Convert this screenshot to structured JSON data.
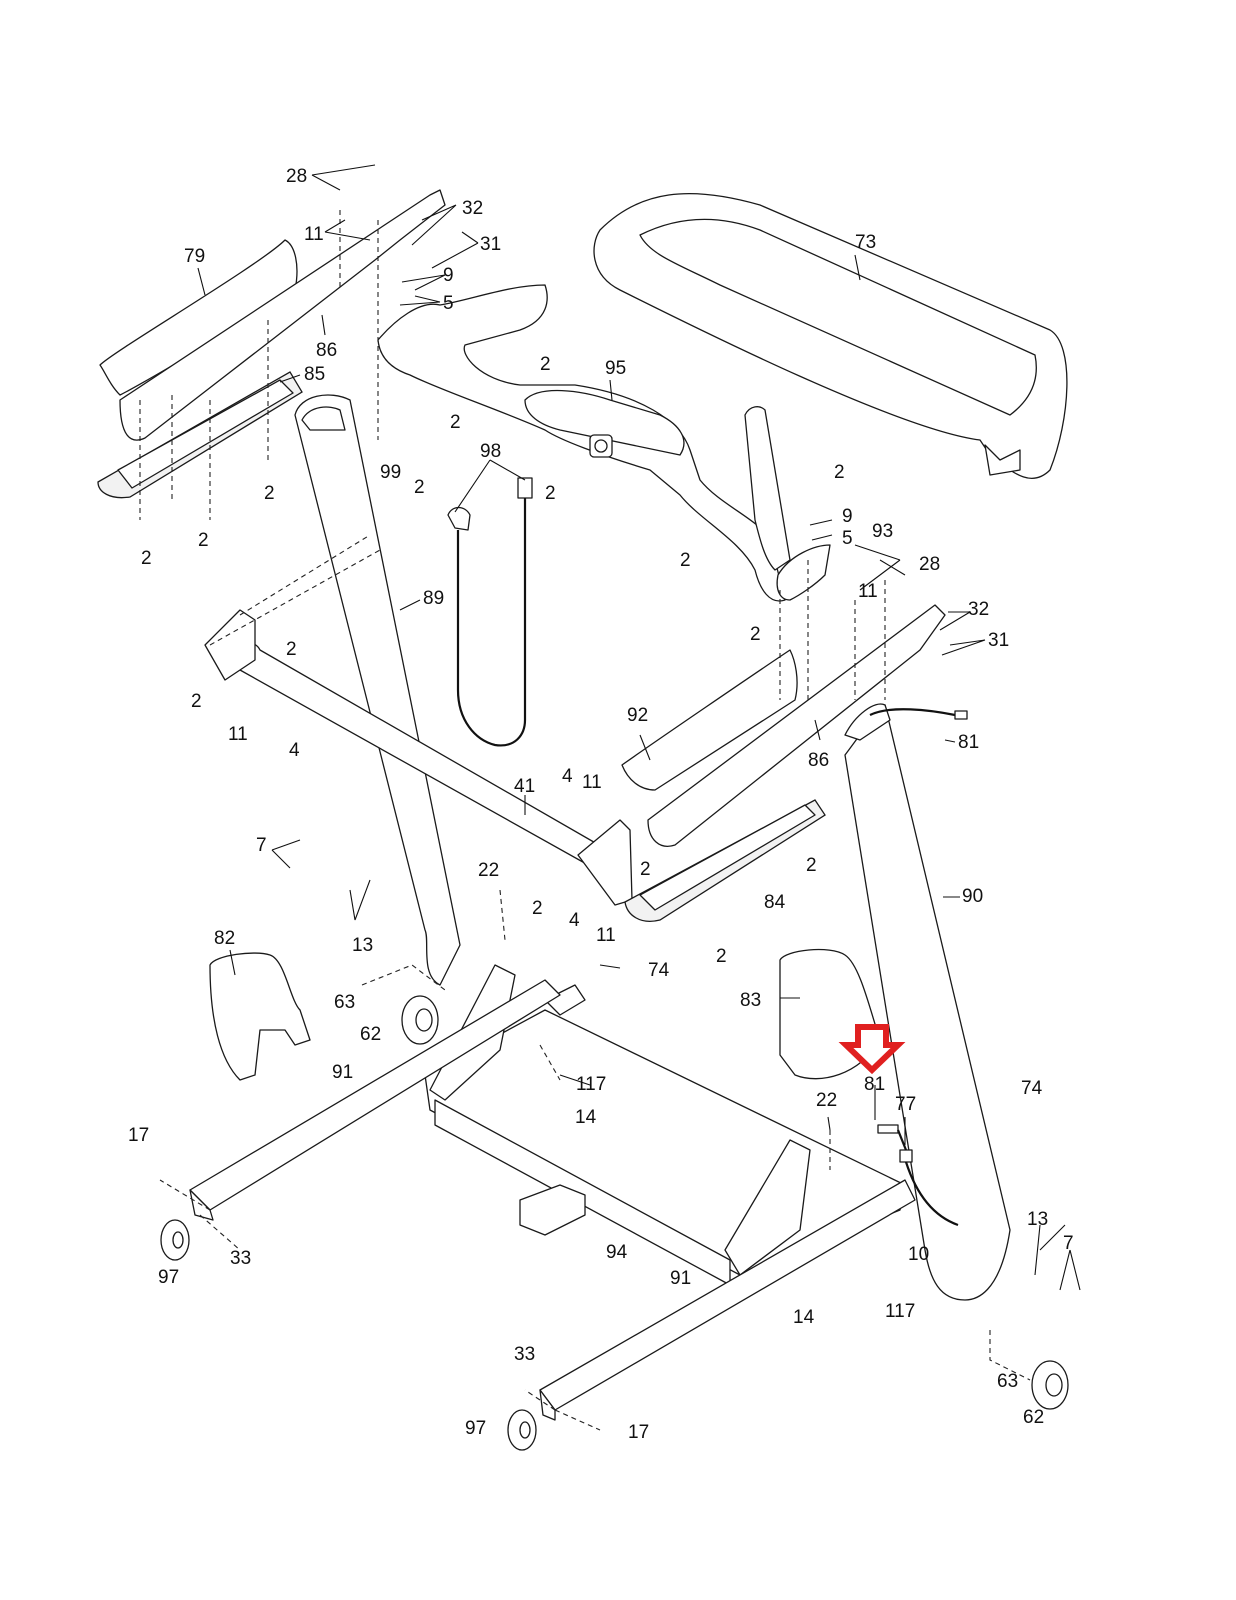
{
  "diagram": {
    "type": "exploded-parts-view",
    "subject": "Treadmill upright / base frame assembly",
    "highlight": {
      "part": "81",
      "indicator": "red-down-arrow",
      "color": "#e02020"
    },
    "callouts": [
      {
        "id": "c28a",
        "text": "28"
      },
      {
        "id": "c11a",
        "text": "11"
      },
      {
        "id": "c32a",
        "text": "32"
      },
      {
        "id": "c31a",
        "text": "31"
      },
      {
        "id": "c79",
        "text": "79"
      },
      {
        "id": "c9a",
        "text": "9"
      },
      {
        "id": "c5a",
        "text": "5"
      },
      {
        "id": "c86a",
        "text": "86"
      },
      {
        "id": "c85",
        "text": "85"
      },
      {
        "id": "c73",
        "text": "73"
      },
      {
        "id": "c95",
        "text": "95"
      },
      {
        "id": "c2a",
        "text": "2"
      },
      {
        "id": "c2b",
        "text": "2"
      },
      {
        "id": "c99",
        "text": "99"
      },
      {
        "id": "c2c",
        "text": "2"
      },
      {
        "id": "c98",
        "text": "98"
      },
      {
        "id": "c2d",
        "text": "2"
      },
      {
        "id": "c2e",
        "text": "2"
      },
      {
        "id": "c2f",
        "text": "2"
      },
      {
        "id": "c2g",
        "text": "2"
      },
      {
        "id": "c2h",
        "text": "2"
      },
      {
        "id": "c9b",
        "text": "9"
      },
      {
        "id": "c5b",
        "text": "5"
      },
      {
        "id": "c93",
        "text": "93"
      },
      {
        "id": "c28b",
        "text": "28"
      },
      {
        "id": "c2i",
        "text": "2"
      },
      {
        "id": "c11b",
        "text": "11"
      },
      {
        "id": "c32b",
        "text": "32"
      },
      {
        "id": "c31b",
        "text": "31"
      },
      {
        "id": "c89",
        "text": "89"
      },
      {
        "id": "c2j",
        "text": "2"
      },
      {
        "id": "c2k",
        "text": "2"
      },
      {
        "id": "c11c",
        "text": "11"
      },
      {
        "id": "c4a",
        "text": "4"
      },
      {
        "id": "c92",
        "text": "92"
      },
      {
        "id": "c81a",
        "text": "81"
      },
      {
        "id": "c86b",
        "text": "86"
      },
      {
        "id": "c41",
        "text": "41"
      },
      {
        "id": "c4b",
        "text": "4"
      },
      {
        "id": "c11d",
        "text": "11"
      },
      {
        "id": "c7a",
        "text": "7"
      },
      {
        "id": "c22a",
        "text": "22"
      },
      {
        "id": "c2l",
        "text": "2"
      },
      {
        "id": "c2m",
        "text": "2"
      },
      {
        "id": "c2n",
        "text": "2"
      },
      {
        "id": "c4c",
        "text": "4"
      },
      {
        "id": "c11e",
        "text": "11"
      },
      {
        "id": "c84",
        "text": "84"
      },
      {
        "id": "c90",
        "text": "90"
      },
      {
        "id": "c13a",
        "text": "13"
      },
      {
        "id": "c2o",
        "text": "2"
      },
      {
        "id": "c2p",
        "text": "2"
      },
      {
        "id": "c82",
        "text": "82"
      },
      {
        "id": "c74a",
        "text": "74"
      },
      {
        "id": "c83",
        "text": "83"
      },
      {
        "id": "c63a",
        "text": "63"
      },
      {
        "id": "c62a",
        "text": "62"
      },
      {
        "id": "c81b",
        "text": "81"
      },
      {
        "id": "c91a",
        "text": "91"
      },
      {
        "id": "c117a",
        "text": "117"
      },
      {
        "id": "c74b",
        "text": "74"
      },
      {
        "id": "c22b",
        "text": "22"
      },
      {
        "id": "c77",
        "text": "77"
      },
      {
        "id": "c14a",
        "text": "14"
      },
      {
        "id": "c17a",
        "text": "17"
      },
      {
        "id": "c13b",
        "text": "13"
      },
      {
        "id": "c7b",
        "text": "7"
      },
      {
        "id": "c10",
        "text": "10"
      },
      {
        "id": "c97a",
        "text": "97"
      },
      {
        "id": "c33a",
        "text": "33"
      },
      {
        "id": "c94",
        "text": "94"
      },
      {
        "id": "c91b",
        "text": "91"
      },
      {
        "id": "c117b",
        "text": "117"
      },
      {
        "id": "c14b",
        "text": "14"
      },
      {
        "id": "c33b",
        "text": "33"
      },
      {
        "id": "c63b",
        "text": "63"
      },
      {
        "id": "c97b",
        "text": "97"
      },
      {
        "id": "c17b",
        "text": "17"
      },
      {
        "id": "c62b",
        "text": "62"
      }
    ]
  }
}
